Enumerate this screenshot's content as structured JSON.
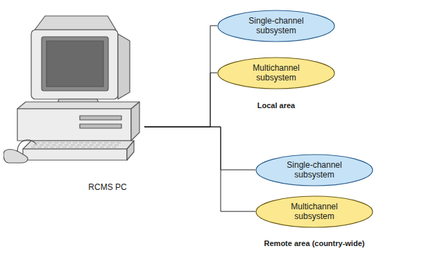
{
  "diagram": {
    "nodes": [
      {
        "text": [
          "RCMS PC"
        ]
      },
      {
        "text": [
          "Single-channel subsystem"
        ]
      },
      {
        "text": [
          "Multichannel subsystem"
        ]
      },
      {
        "text": [
          "Single-channel subsystem"
        ]
      },
      {
        "text": [
          "Multichannel subsystem"
        ]
      }
    ],
    "edges": [
      {
        "from": 0,
        "to": 1,
        "arrow": "none"
      },
      {
        "from": 0,
        "to": 2,
        "arrow": "none"
      },
      {
        "from": 0,
        "to": 3,
        "arrow": "none"
      },
      {
        "from": 0,
        "to": 4,
        "arrow": "none"
      }
    ],
    "labels": [
      "Local area",
      "Remote area (country-wide)"
    ]
  }
}
